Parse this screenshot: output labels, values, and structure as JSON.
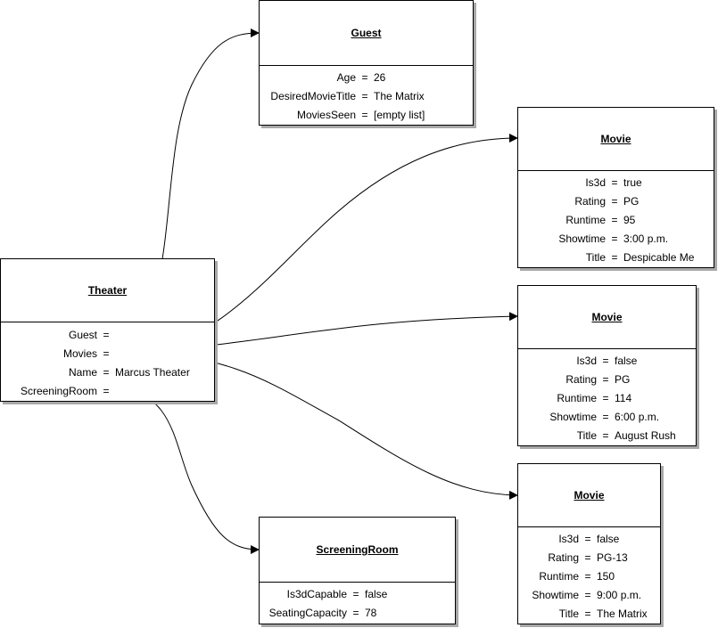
{
  "theater": {
    "title": "Theater",
    "attrs": [
      {
        "key": "Guest",
        "value": ""
      },
      {
        "key": "Movies",
        "value": ""
      },
      {
        "key": "Name",
        "value": "Marcus Theater"
      },
      {
        "key": "ScreeningRoom",
        "value": ""
      }
    ]
  },
  "guest": {
    "title": "Guest",
    "attrs": [
      {
        "key": "Age",
        "value": "26"
      },
      {
        "key": "DesiredMovieTitle",
        "value": "The Matrix"
      },
      {
        "key": "MoviesSeen",
        "value": "[empty list]"
      }
    ]
  },
  "movies": [
    {
      "title": "Movie",
      "attrs": [
        {
          "key": "Is3d",
          "value": "true"
        },
        {
          "key": "Rating",
          "value": "PG"
        },
        {
          "key": "Runtime",
          "value": "95"
        },
        {
          "key": "Showtime",
          "value": "3:00 p.m."
        },
        {
          "key": "Title",
          "value": "Despicable Me"
        }
      ]
    },
    {
      "title": "Movie",
      "attrs": [
        {
          "key": "Is3d",
          "value": "false"
        },
        {
          "key": "Rating",
          "value": "PG"
        },
        {
          "key": "Runtime",
          "value": "114"
        },
        {
          "key": "Showtime",
          "value": "6:00 p.m."
        },
        {
          "key": "Title",
          "value": "August Rush"
        }
      ]
    },
    {
      "title": "Movie",
      "attrs": [
        {
          "key": "Is3d",
          "value": "false"
        },
        {
          "key": "Rating",
          "value": "PG-13"
        },
        {
          "key": "Runtime",
          "value": "150"
        },
        {
          "key": "Showtime",
          "value": "9:00 p.m."
        },
        {
          "key": "Title",
          "value": "The Matrix"
        }
      ]
    }
  ],
  "screening_room": {
    "title": "ScreeningRoom",
    "attrs": [
      {
        "key": "Is3dCapable",
        "value": "false"
      },
      {
        "key": "SeatingCapacity",
        "value": "78"
      }
    ]
  }
}
